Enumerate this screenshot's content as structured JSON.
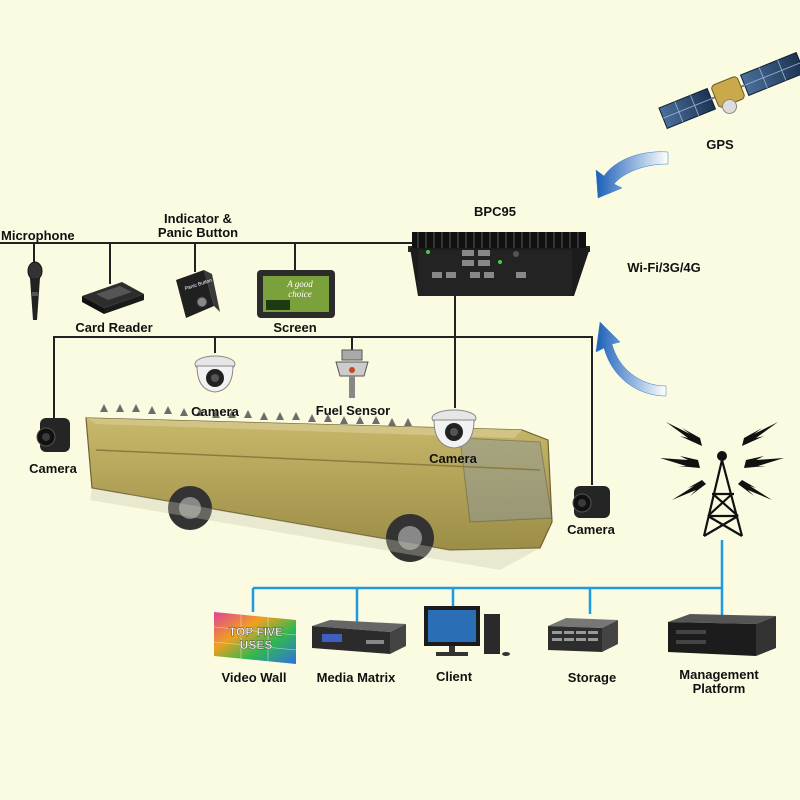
{
  "gps": "GPS",
  "device": "BPC95",
  "connectivity": "Wi-Fi/3G/4G",
  "microphone": "Microphone",
  "indicator": "Indicator &\nPanic Button",
  "panic_button_text": "Panic Button",
  "card_reader": "Card Reader",
  "screen": "Screen",
  "screen_text": "A good\nchoice",
  "camera": "Camera",
  "fuel_sensor": "Fuel Sensor",
  "video_wall": "Video Wall",
  "video_wall_text": "TOP FIVE\nUSES",
  "media_matrix": "Media Matrix",
  "client": "Client",
  "storage": "Storage",
  "management": "Management\nPlatform",
  "colors": {
    "background": "#fbfbe1",
    "wire": "#222222",
    "network": "#1e9be0",
    "arrow": "#2f7fd0",
    "bus": "#b5a55a"
  }
}
